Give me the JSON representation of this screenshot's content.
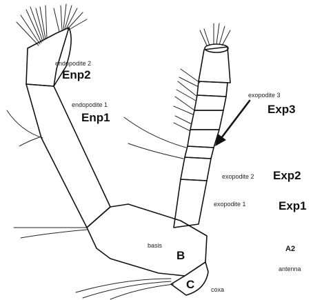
{
  "labels": {
    "endopodite2_small": "endopodite 2",
    "endopodite2_big": "Enp2",
    "endopodite1_small": "endopodite 1",
    "endopodite1_big": "Enp1",
    "exopodite3_small": "exopodite 3",
    "exopodite3_big": "Exp3",
    "exopodite2_small": "exopodite 2",
    "exopodite2_big": "Exp2",
    "exopodite1_small": "exopodite 1",
    "exopodite1_big": "Exp1",
    "basis_small": "basis",
    "basis_big": "B",
    "coxa_small": "coxa",
    "coxa_big": "C",
    "appendage_code": "A2",
    "appendage_name": "antenna"
  },
  "colors": {
    "line": "#111111",
    "background": "#ffffff"
  }
}
